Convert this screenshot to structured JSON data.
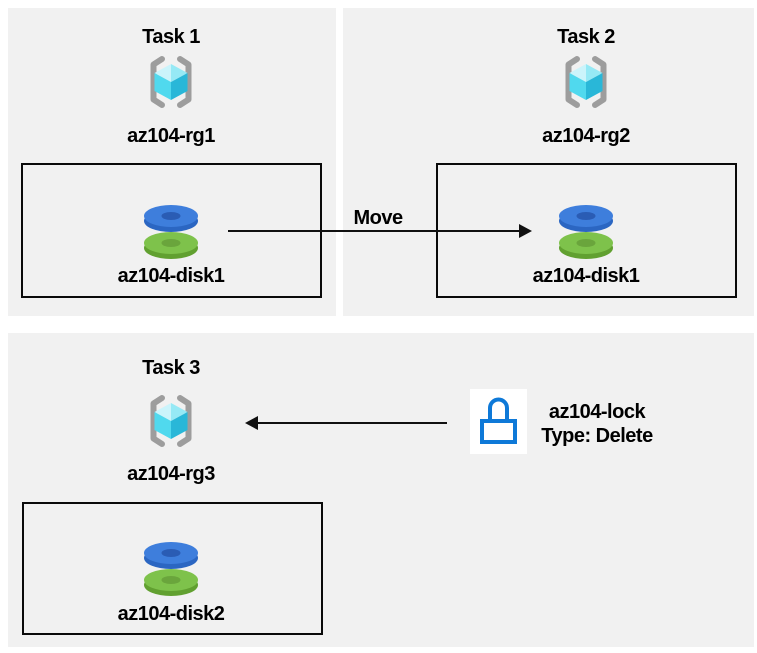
{
  "tasks": [
    {
      "title": "Task 1",
      "resource_group": "az104-rg1",
      "disk": "az104-disk1"
    },
    {
      "title": "Task 2",
      "resource_group": "az104-rg2",
      "disk": "az104-disk1"
    },
    {
      "title": "Task 3",
      "resource_group": "az104-rg3",
      "disk": "az104-disk2"
    }
  ],
  "move_arrow": {
    "label": "Move"
  },
  "lock": {
    "name": "az104-lock",
    "type": "Type: Delete"
  },
  "icons": {
    "resource_group": "azure-resource-group-icon (gray brackets with cyan cube)",
    "disk": "azure-managed-disk-icon (blue and green stacked donuts)",
    "lock": "blue-outline-padlock-icon",
    "move_arrow": "right-arrow",
    "lock_arrow": "left-arrow"
  },
  "colors": {
    "panel_background": "#f1f1f1",
    "box_border": "#0a0a0a",
    "arrow": "#111111",
    "bracket_gray": "#9d9d9d",
    "cube_top_left": "#cbf4fb",
    "cube_top_right": "#96e9f5",
    "cube_bottom_left": "#50d9ee",
    "cube_bottom_right": "#29b7d8",
    "disk_blue_top": "#3e7edc",
    "disk_blue_side": "#2b66c2",
    "disk_blue_hole": "#2a5cb4",
    "disk_green_top": "#7ec24b",
    "disk_green_side": "#61a030",
    "disk_green_hole": "#6aa53c",
    "lock_blue": "#0e79d8"
  }
}
